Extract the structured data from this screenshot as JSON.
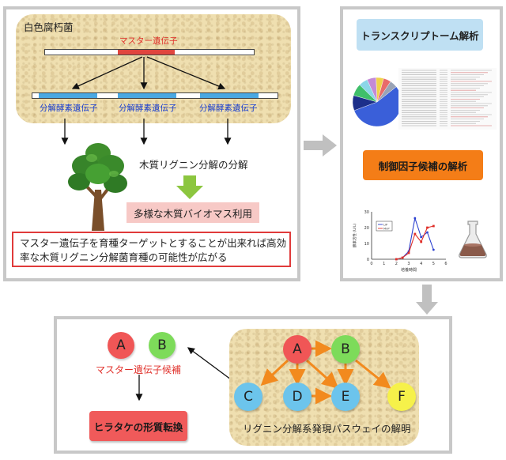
{
  "panel1": {
    "title": "白色腐朽菌",
    "master_gene_label": "マスター遺伝子",
    "enzyme_gene_labels": [
      "分解酵素遺伝子",
      "分解酵素遺伝子",
      "分解酵素遺伝子"
    ],
    "lignin_label": "木質リグニン分解の分解",
    "biomass_label": "多様な木質バイオマス利用",
    "note_line1": "マスター遺伝子を育種ターゲットとすることが出来れば高効",
    "note_line2": "率な木質リグニン分解菌育種の可能性が広がる"
  },
  "panel2": {
    "transcriptome_label": "トランスクリプトーム解析",
    "regulator_label": "制御因子候補の解析",
    "pie_slices": [
      {
        "value": 55,
        "color": "#3a5fd9"
      },
      {
        "value": 10,
        "color": "#1c2f8a"
      },
      {
        "value": 8,
        "color": "#3fbf6a"
      },
      {
        "value": 6,
        "color": "#8bd6e8"
      },
      {
        "value": 6,
        "color": "#c48ad6"
      },
      {
        "value": 5,
        "color": "#f0d24a"
      },
      {
        "value": 5,
        "color": "#e86a6a"
      },
      {
        "value": 5,
        "color": "#9aa3b5"
      }
    ],
    "mini_chart": {
      "legend": [
        "LiP",
        "MnP"
      ],
      "ylabel": "酵素活性 (U/L)",
      "xlabel": "培養時間",
      "y_ticks": [
        "30",
        "20",
        "10",
        "0"
      ],
      "x_ticks": [
        "0",
        "1",
        "2",
        "3",
        "4",
        "5",
        "6"
      ],
      "series": [
        {
          "name": "LiP",
          "color": "#2a3fd0",
          "x": [
            2.0,
            2.5,
            3.0,
            3.5,
            4.0,
            4.5,
            5.0
          ],
          "y": [
            0,
            1,
            5,
            26,
            14,
            17,
            6
          ]
        },
        {
          "name": "MnP",
          "color": "#e0302a",
          "x": [
            2.0,
            2.5,
            3.0,
            3.5,
            4.0,
            4.5,
            5.0
          ],
          "y": [
            0,
            1,
            4,
            16,
            11,
            20,
            21
          ]
        }
      ]
    }
  },
  "panel3": {
    "node_a": "A",
    "node_b": "B",
    "master_candidate_label": "マスター遺伝子候補",
    "transform_label": "ヒラタケの形質転換",
    "pathway_nodes": {
      "a": "A",
      "b": "B",
      "c": "C",
      "d": "D",
      "e": "E",
      "f": "F"
    },
    "pathway_label": "リグニン分解系発現パスウェイの解明"
  },
  "colors": {
    "panel_border": "#c8c8c8",
    "arrow_gray": "#c0c0c0",
    "arrow_orange": "#f28a1e",
    "arrow_green": "#8cc63f",
    "node_red": "#f05656",
    "node_green": "#7ddb5a",
    "node_blue": "#6cc4ec",
    "node_yellow": "#f6f14a",
    "button_blue": "#bfe0f3",
    "button_orange": "#f47d17"
  }
}
